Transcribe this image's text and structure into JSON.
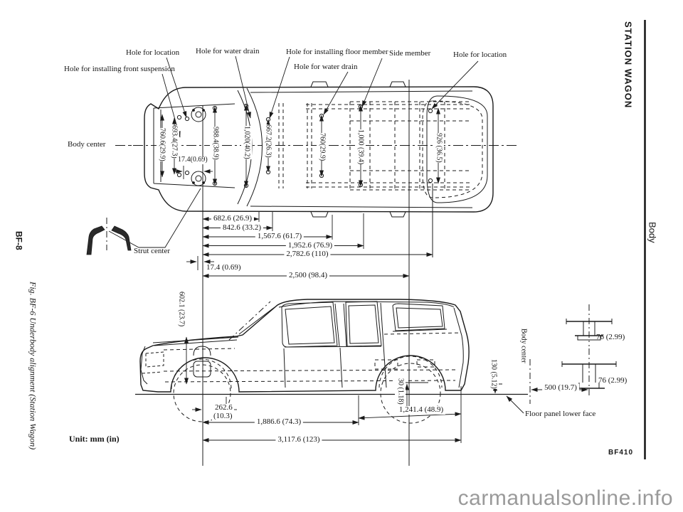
{
  "margins": {
    "page_code": "BF-8",
    "figure_caption": "Fig. BF-6  Underbody alignment (Station Wagon)",
    "section_title": "STATION WAGON",
    "chapter": "Body",
    "unit_note": "Unit:  mm (in)",
    "figure_code": "BF410",
    "watermark": "carmanualsonline.info"
  },
  "top_view": {
    "callouts": {
      "hole_location_left": "Hole for location",
      "hole_front_suspension": "Hole for installing front suspension",
      "hole_water_drain_1": "Hole for water drain",
      "hole_floor_member": "Hole for installing floor member",
      "hole_water_drain_2": "Hole for water drain",
      "side_member": "Side member",
      "hole_location_right": "Hole for location",
      "body_center": "Body center",
      "strut_center": "Strut center"
    },
    "width_dims": {
      "w760_6": "760.6(29.9)",
      "w693_4": "693.4(27.3)",
      "w988_4": "988.4(38.9)",
      "w17_4": "17.4(0.69)",
      "w1020": "1,020(40.2)",
      "w667_2": "667.2(26.3)",
      "w760": "760(29.9)",
      "w1000": "1,000 (39.4)",
      "w926": "926 (36.5)"
    },
    "length_dims": {
      "l682_6": "682.6 (26.9)",
      "l842_6": "842.6 (33.2)",
      "l1567_6": "1,567.6 (61.7)",
      "l1952_6": "1,952.6 (76.9)",
      "l2782_6": "2,782.6 (110)",
      "l17_4": "17.4 (0.69)",
      "l2500": "2,500 (98.4)"
    }
  },
  "side_view": {
    "dims": {
      "d602_1": "602.1 (23.7)",
      "d262_6": "262.6",
      "d262_6_in": "(10.3)",
      "d1886_6": "1,886.6 (74.3)",
      "d3117_6": "3,117.6 (123)",
      "d1241_4": "1,241.4 (48.9)",
      "d30": "30 (1.18)",
      "d130": "130 (5.12)"
    },
    "sections": {
      "body_center": "Body center",
      "d500": "500 (19.7)",
      "d76_upper": "76 (2.99)",
      "d76_lower": "76 (2.99)",
      "floor_panel": "Floor panel lower face"
    }
  }
}
